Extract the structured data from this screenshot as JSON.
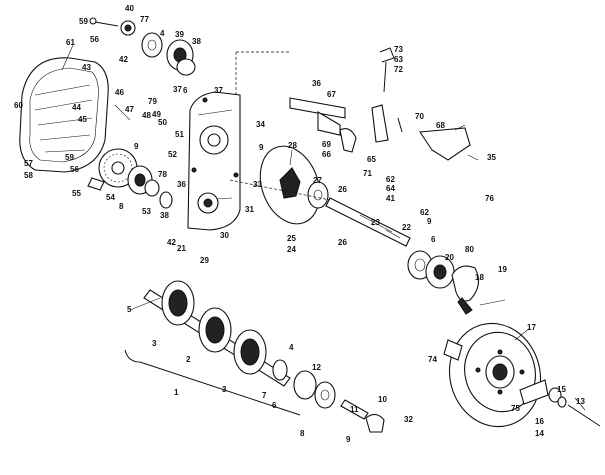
{
  "callouts": {
    "c59a": "59",
    "c40": "40",
    "c77": "77",
    "c56a": "56",
    "c4a": "4",
    "c39": "39",
    "c38a": "38",
    "c42a": "42",
    "c61": "61",
    "c43": "43",
    "c60a": "60",
    "c44": "44",
    "c45": "45",
    "c46": "46",
    "c47": "47",
    "c79": "79",
    "c48": "48",
    "c49": "49",
    "c50": "50",
    "c37a": "37",
    "c6a": "6",
    "c37b": "37",
    "c51": "51",
    "c52": "52",
    "c34": "34",
    "c9a": "9",
    "c9b": "9",
    "c57": "57",
    "c58": "58",
    "c59b": "59",
    "c56b": "56",
    "c55": "55",
    "c54": "54",
    "c8a": "8",
    "c53": "53",
    "c78": "78",
    "c36a": "36",
    "c33": "33",
    "c38b": "38",
    "c31": "31",
    "c30": "30",
    "c42b": "42",
    "c21": "21",
    "c29": "29",
    "c28": "28",
    "c27": "27",
    "c26a": "26",
    "c26b": "26",
    "c25": "25",
    "c24": "24",
    "c23": "23",
    "c22": "22",
    "c62a": "62",
    "c9c": "9",
    "c6b": "6",
    "c80": "80",
    "c20": "20",
    "c18": "18",
    "c19": "19",
    "c73": "73",
    "c63": "63",
    "c72": "72",
    "c36b": "36",
    "c67": "67",
    "c70": "70",
    "c68": "68",
    "c69": "69",
    "c66": "66",
    "c65": "65",
    "c62b": "62",
    "c64": "64",
    "c41": "41",
    "c71": "71",
    "c35": "35",
    "c76": "76",
    "c5": "5",
    "c3a": "3",
    "c2": "2",
    "c3b": "3",
    "c4b": "4",
    "c12": "12",
    "c7": "7",
    "c6c": "6",
    "c1": "1",
    "c8b": "8",
    "c11": "11",
    "c10": "10",
    "c32": "32",
    "c9d": "9",
    "c17": "17",
    "c74": "74",
    "c15": "15",
    "c75": "75",
    "c16": "16",
    "c14": "14",
    "c13": "13"
  }
}
